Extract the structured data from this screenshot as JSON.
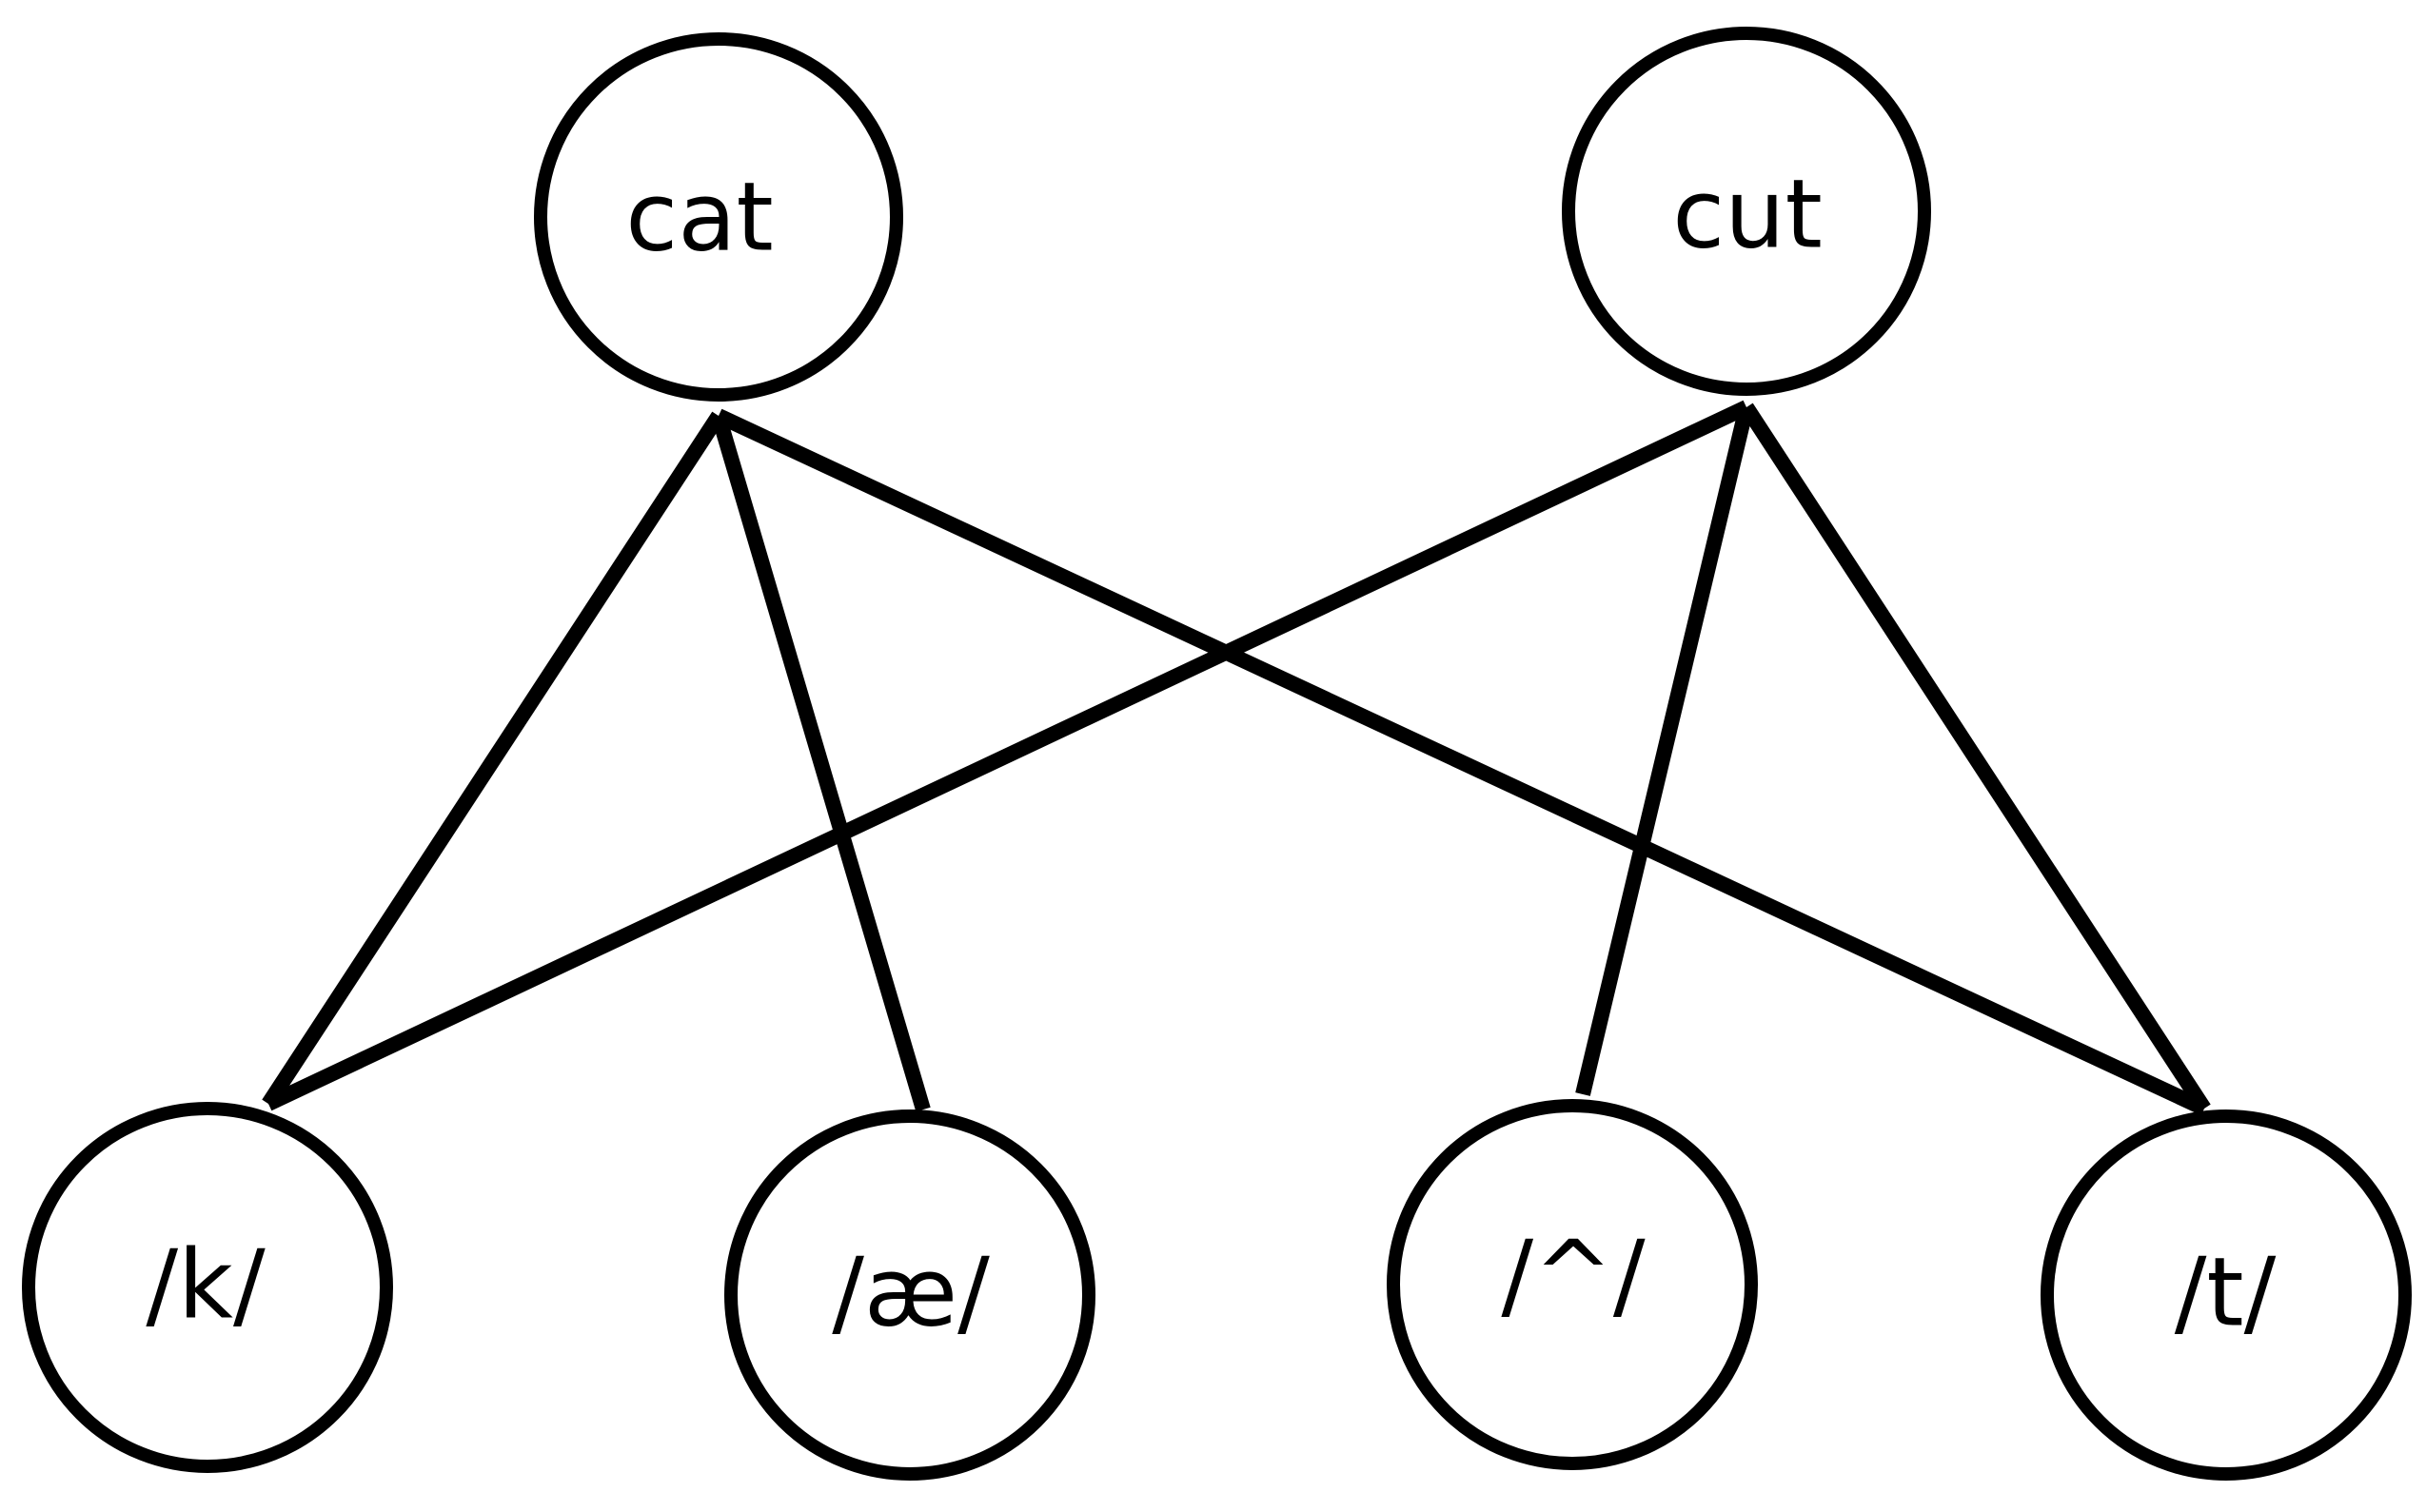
{
  "diagram": {
    "words": [
      {
        "id": "cat",
        "label": "cat"
      },
      {
        "id": "cut",
        "label": "cut"
      }
    ],
    "phonemes": [
      {
        "id": "k",
        "label": "/k/"
      },
      {
        "id": "ae",
        "label": "/æ/"
      },
      {
        "id": "caret",
        "label": "/^/"
      },
      {
        "id": "t",
        "label": "/t/"
      }
    ],
    "edges": [
      {
        "from": "cat",
        "to": "k"
      },
      {
        "from": "cat",
        "to": "ae"
      },
      {
        "from": "cat",
        "to": "t"
      },
      {
        "from": "cut",
        "to": "k"
      },
      {
        "from": "cut",
        "to": "caret"
      },
      {
        "from": "cut",
        "to": "t"
      }
    ]
  }
}
